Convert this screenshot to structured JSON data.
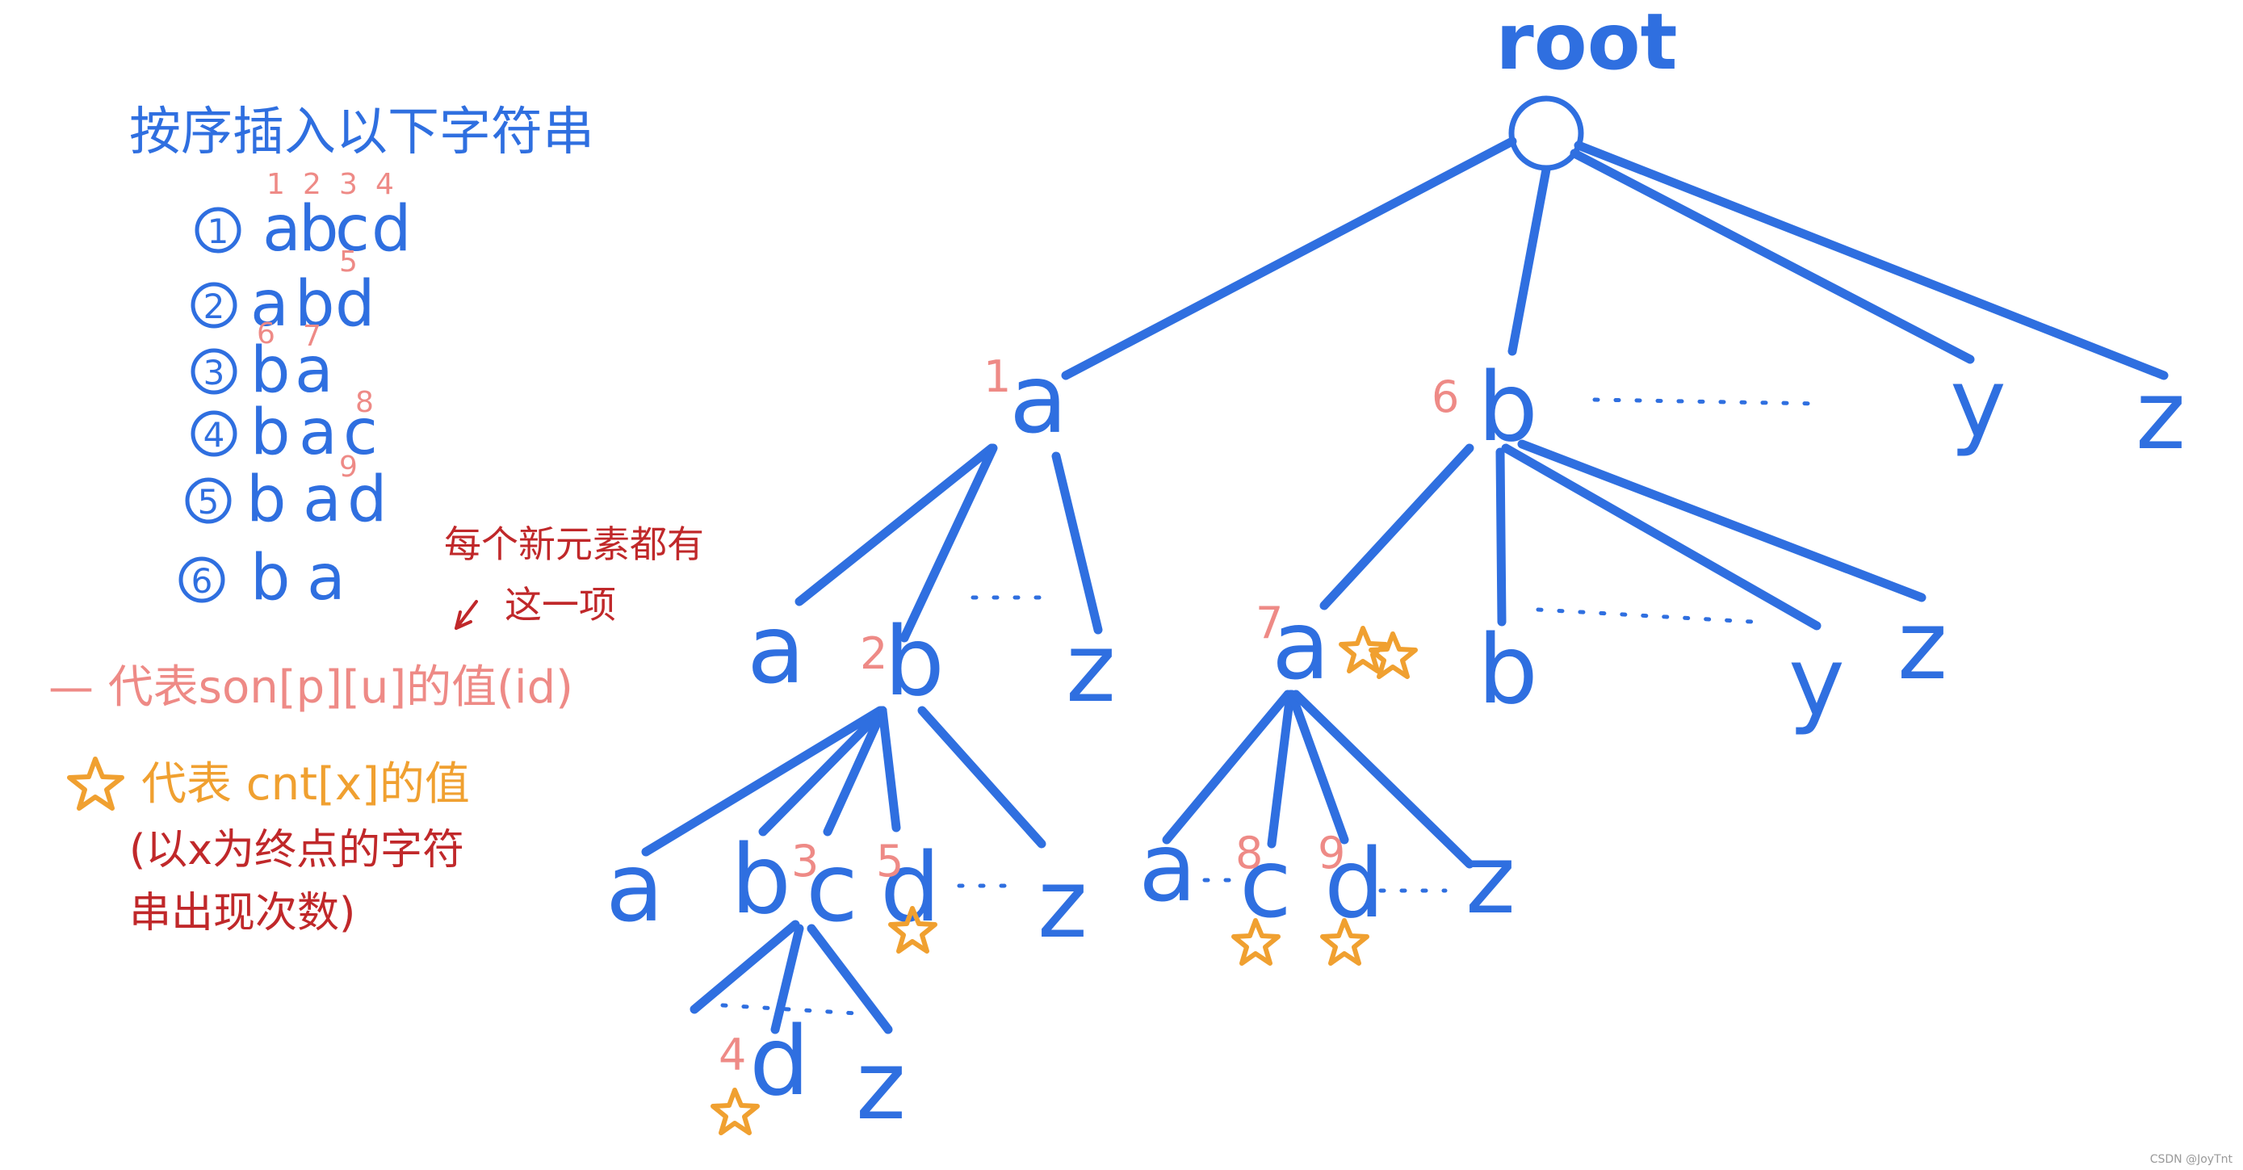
{
  "title": "按序插入以下字符串",
  "list": [
    {
      "num": "1",
      "chars": [
        "a",
        "b",
        "c",
        "d"
      ],
      "ids": [
        "1",
        "2",
        "3",
        "4"
      ]
    },
    {
      "num": "2",
      "chars": [
        "a",
        "b",
        "d"
      ],
      "ids": [
        "",
        "",
        "5"
      ]
    },
    {
      "num": "3",
      "chars": [
        "b",
        "a"
      ],
      "ids": [
        "6",
        "7"
      ]
    },
    {
      "num": "4",
      "chars": [
        "b",
        "a",
        "c"
      ],
      "ids": [
        "",
        "",
        "8"
      ]
    },
    {
      "num": "5",
      "chars": [
        "b",
        "a",
        "d"
      ],
      "ids": [
        "",
        "",
        "9"
      ]
    },
    {
      "num": "6",
      "chars": [
        "b",
        "a"
      ],
      "ids": [
        "",
        ""
      ]
    }
  ],
  "note_new": {
    "line1": "每个新元素都有",
    "line2": "这一项"
  },
  "legend": {
    "pink": "— 代表son[p][u]的值(id)",
    "orange": "代表 cnt[x]的值",
    "red_line1": "(以x为终点的字符",
    "red_line2": "串出现次数)"
  },
  "tree": {
    "root": "root",
    "labels": {
      "l1_a": "a",
      "l1_b": "b",
      "l1_y": "y",
      "l1_z": "z",
      "l2_a": "a",
      "l2_b": "b",
      "l2_z": "z",
      "l2b_a": "a",
      "l2b_b": "b",
      "l2b_y": "y",
      "l2b_z": "z",
      "l3_a": "a",
      "l3_b": "b",
      "l3_c": "c",
      "l3_d": "d",
      "l3_z": "z",
      "l3b_a": "a",
      "l3b_c": "c",
      "l3b_d": "d",
      "l3b_z": "z",
      "l4_d": "d",
      "l4_z": "z"
    },
    "ids": {
      "l1_a": "1",
      "l1_b": "6",
      "l2_b": "2",
      "l2b_a": "7",
      "l3_c": "3",
      "l3_d": "5",
      "l3b_c": "8",
      "l3b_d": "9",
      "l4_d": "4"
    },
    "ellipsis": "·····"
  },
  "watermark": "CSDN @JoyTnt"
}
